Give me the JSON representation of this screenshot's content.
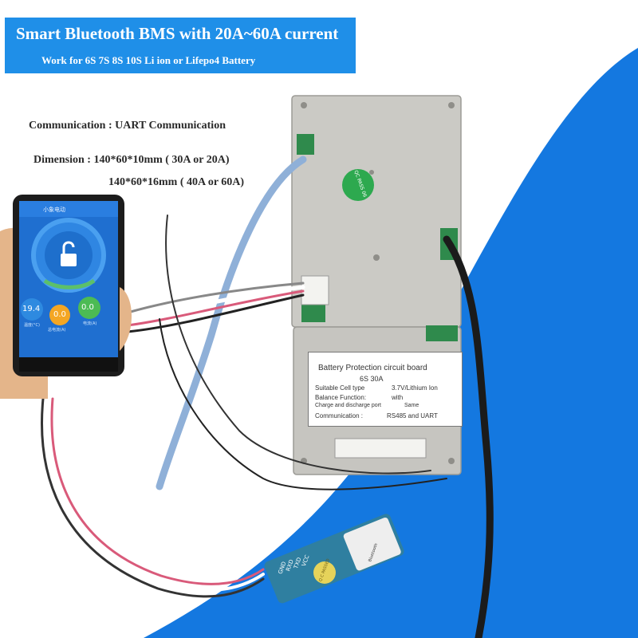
{
  "banner": {
    "title": "Smart Bluetooth BMS with 20A~60A  current",
    "subtitle": "Work for 6S 7S 8S 10S Li ion or Lifepo4 Battery"
  },
  "specs": {
    "communication": "Communication : UART Communication",
    "dimension_1": "Dimension : 140*60*10mm ( 30A or 20A)",
    "dimension_2": "140*60*16mm ( 40A or 60A)"
  },
  "phone": {
    "app_title": "小象电动",
    "readouts": [
      {
        "value": "19.4",
        "label": "温度(°C)",
        "color": "#2e8ae0"
      },
      {
        "value": "0.0",
        "label": "总电流(A)",
        "color": "#f4a623"
      },
      {
        "value": "0.0",
        "label": "电流(A)",
        "color": "#4cbb54"
      }
    ],
    "unlock_icon": "unlock-icon"
  },
  "pcb_label": {
    "heading": "Battery Protection circuit board",
    "caption": "6S    30A",
    "rows": [
      {
        "key": "Suitable Cell type",
        "value": "3.7V/Lithium Ion"
      },
      {
        "key": "Balance Function:",
        "value": "with"
      },
      {
        "key": "Charge and discharge port",
        "value": "Same"
      },
      {
        "key": "Communication :",
        "value": "RS485 and UART"
      }
    ]
  },
  "stickers": {
    "qc_main": "QC PASS 06",
    "qc_module": "Q C PASSED"
  },
  "bt_module": {
    "pins": [
      "GND",
      "RXD",
      "TXD",
      "VCC"
    ],
    "brand": "Bluetooth"
  },
  "colors": {
    "banner": "#1f8fe8",
    "swoosh": "#1478e0",
    "pcb_metal": "#c9c8c3",
    "module_pcb": "#2f7fa0"
  }
}
